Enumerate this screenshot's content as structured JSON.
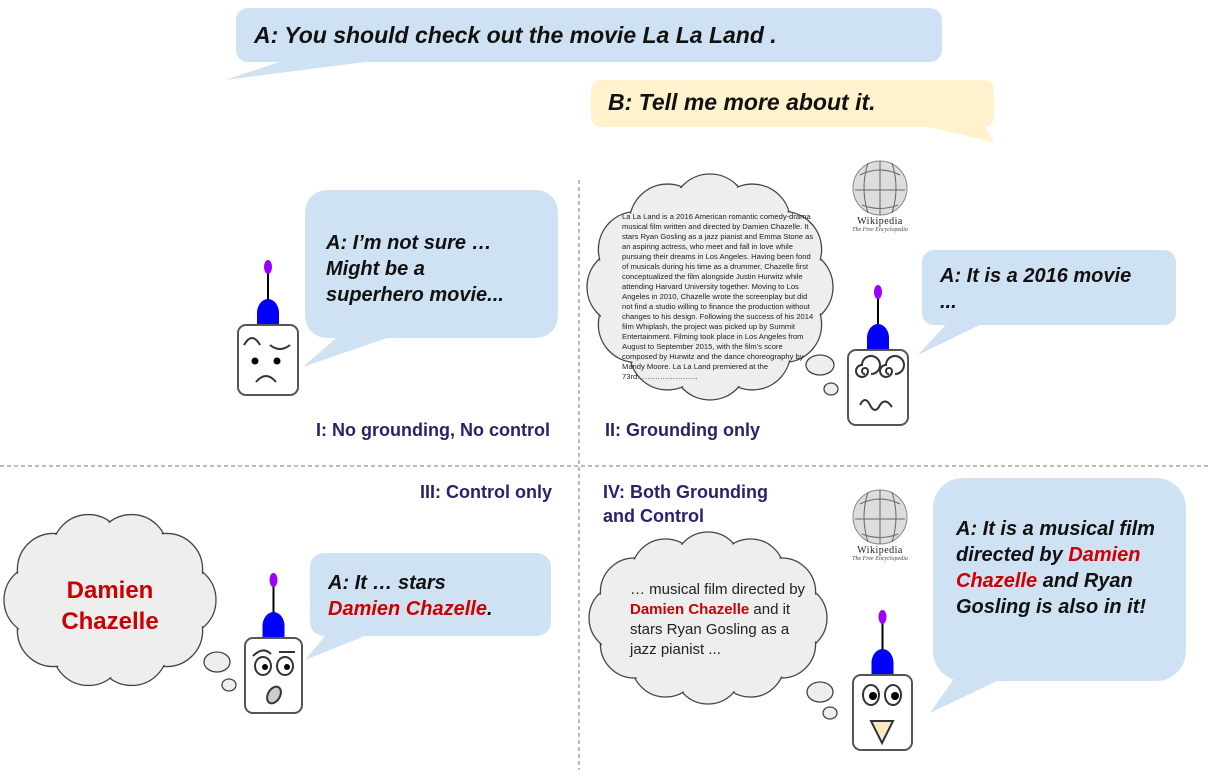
{
  "top_dialogue": {
    "a_line": "A: You should check out the movie La La Land .",
    "b_line": "B: Tell me more about it."
  },
  "panels": {
    "p1": {
      "label": "I: No grounding, No control",
      "response": [
        "A: I’m not sure …",
        "Might be a",
        "superhero movie..."
      ]
    },
    "p2": {
      "label": "II: Grounding only",
      "response": [
        "A: It is a 2016 movie",
        "..."
      ],
      "knowledge": "La La Land is a 2016 American romantic comedy-drama musical film written and directed by Damien Chazelle. It stars Ryan Gosling as a jazz pianist and Emma Stone as an aspiring actress, who meet and fall in love while pursuing their dreams in Los Angeles. Having been fond of musicals during his time as a drummer, Chazelle first conceptualized the film alongside Justin Hurwitz while attending Harvard University together. Moving to Los Angeles in 2010, Chazelle wrote the screenplay but did not find a studio willing to finance the production without changes to his design. Following the success of his 2014 film Whiplash, the project was picked up by Summit Entertainment. Filming took place in Los Angeles from August to September 2015, with the film’s score composed by Hurwitz and the dance choreography by Mandy Moore. La La Land premiered at the 73rd……………………"
    },
    "p3": {
      "label": "III: Control only",
      "control": [
        "Damien",
        "Chazelle"
      ],
      "response_pre": "A: It … stars",
      "response_entity": "Damien Chazelle",
      "response_post": "."
    },
    "p4": {
      "label": [
        "IV: Both Grounding",
        "and Control"
      ],
      "thought_pre": "…  musical film directed by",
      "thought_entity": "Damien Chazelle",
      "thought_post": "and it stars Ryan Gosling as a jazz pianist ...",
      "response_pre": "A: It is a musical film directed by",
      "response_entity": "Damien Chazelle",
      "response_post": "and Ryan Gosling is also in it!"
    }
  },
  "wikipedia_logo": {
    "title": "Wikipedia",
    "subtitle": "The Free Encyclopedia"
  },
  "colors": {
    "bubble_blue": "#cfe2f3",
    "bubble_yellow": "#fff2cc",
    "entity_red": "#cc0000",
    "label_purple": "#2d1f6b",
    "cloud_gray": "#eeeeee"
  }
}
